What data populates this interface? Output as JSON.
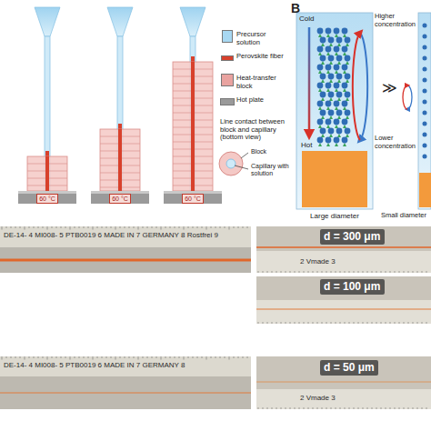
{
  "diagram": {
    "nodes": [
      {
        "text": [
          "60 °C"
        ]
      },
      {
        "text": [
          "60 °C"
        ]
      },
      {
        "text": [
          "60 °C"
        ]
      },
      {
        "text": [
          "d = 300 μm"
        ]
      },
      {
        "text": [
          "d = 100 μm"
        ]
      },
      {
        "text": [
          "d = 50 μm"
        ]
      }
    ],
    "labels": [
      "Block",
      "Capillary with solution",
      "B",
      "Cold",
      "Hot",
      "Higher concentration",
      "≫",
      "Lower concentration",
      "Large diameter",
      "Small diameter",
      "DE-14- 4 MI008- 5 PTB0019 6 MADE IN 7 GERMANY 8 Rostfrei 9",
      "2 Vmade 3",
      "DE-14- 4 MI008- 5 PTB0019 6 MADE IN 7 GERMANY 8",
      "2 Vmade 3"
    ],
    "legend": [
      {
        "text": "Precursor solution",
        "color": "#a8d8f2"
      },
      {
        "text": "Perovskite fiber",
        "color": "#d8412c"
      },
      {
        "text": "Heat-transfer block",
        "color": "#e9a3a0"
      },
      {
        "text": "Hot plate",
        "color": "#9a9a9a"
      },
      {
        "text": "Line contact between block and capillary (bottom view)"
      }
    ]
  }
}
